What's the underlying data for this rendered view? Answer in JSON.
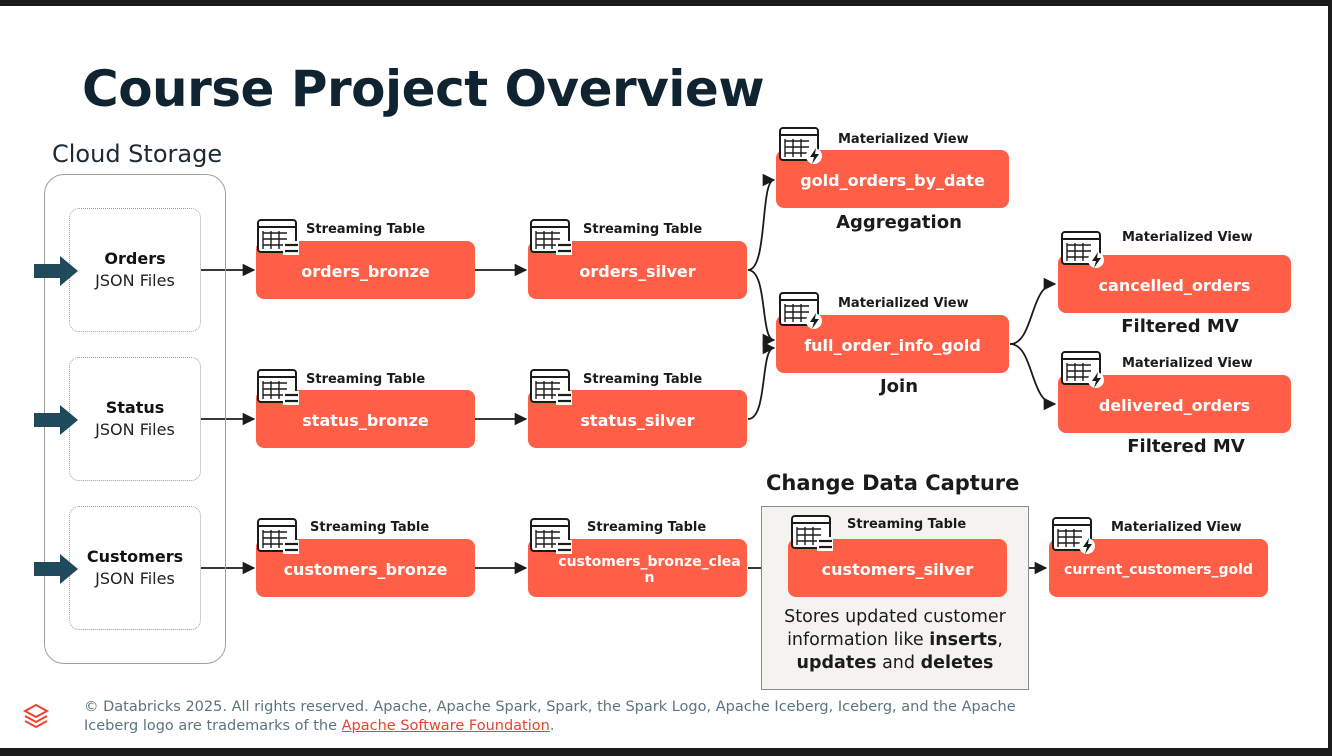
{
  "title": "Course Project Overview",
  "storage": {
    "label": "Cloud Storage",
    "sources": [
      {
        "name": "Orders",
        "sub": "JSON Files"
      },
      {
        "name": "Status",
        "sub": "JSON Files"
      },
      {
        "name": "Customers",
        "sub": "JSON Files"
      }
    ]
  },
  "tags": {
    "streaming": "Streaming Table",
    "materialized": "Materialized View"
  },
  "nodes": {
    "orders_bronze": "orders_bronze",
    "orders_silver": "orders_silver",
    "status_bronze": "status_bronze",
    "status_silver": "status_silver",
    "customers_bronze": "customers_bronze",
    "customers_bronze_clean": "customers_bronze_clea n",
    "customers_silver": "customers_silver",
    "gold_orders_by_date": "gold_orders_by_date",
    "full_order_info_gold": "full_order_info_gold",
    "cancelled_orders": "cancelled_orders",
    "delivered_orders": "delivered_orders",
    "current_customers_gold": "current_customers_gold"
  },
  "labels": {
    "aggregation": "Aggregation",
    "join": "Join",
    "filtered_mv": "Filtered MV"
  },
  "cdc": {
    "title": "Change Data Capture",
    "desc_1": "Stores updated customer information like ",
    "desc_inserts": "inserts",
    "desc_2": ",",
    "desc_updates": "updates",
    "desc_3": " and ",
    "desc_deletes": "deletes"
  },
  "footer": {
    "text": "© Databricks 2025. All rights reserved. Apache, Apache Spark, Spark, the Spark Logo, Apache Iceberg, Iceberg, and the Apache Iceberg logo are trademarks of the ",
    "link": "Apache Software Foundation",
    "end": "."
  },
  "colors": {
    "node": "#ff5f46",
    "arrow": "#1e4a5c",
    "title": "#0f2430"
  }
}
